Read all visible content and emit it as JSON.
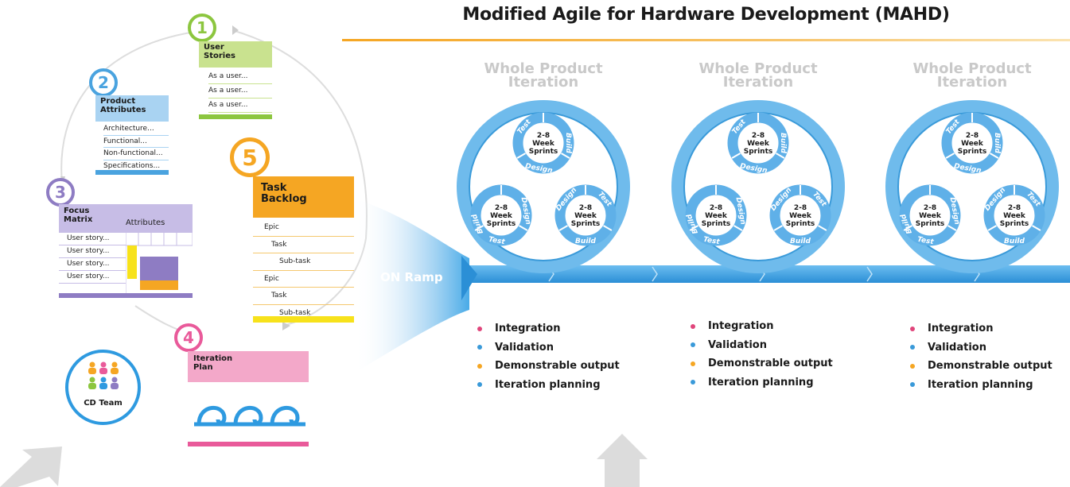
{
  "title": "Modified Agile for Hardware Development (MAHD)",
  "steps": {
    "step1": {
      "number": "1",
      "heading_line1": "User",
      "heading_line2": "Stories",
      "rows": [
        "As a user...",
        "As a user...",
        "As a user..."
      ]
    },
    "step2": {
      "number": "2",
      "heading_line1": "Product",
      "heading_line2": "Attributes",
      "rows": [
        "Architecture...",
        "Functional...",
        "Non-functional...",
        "Specifications..."
      ]
    },
    "step3": {
      "number": "3",
      "heading_line1": "Focus",
      "heading_line2": "Matrix",
      "attributes_label": "Attributes",
      "rows": [
        "User story...",
        "User story...",
        "User story...",
        "User story..."
      ]
    },
    "step4": {
      "number": "4",
      "heading_line1": "Iteration",
      "heading_line2": "Plan"
    },
    "step5": {
      "number": "5",
      "heading_line1": "Task",
      "heading_line2": "Backlog",
      "rows": [
        "Epic",
        "Task",
        "Sub-task",
        "Epic",
        "Task",
        "Sub-task"
      ]
    }
  },
  "team_label": "CD Team",
  "on_ramp_label": "ON Ramp",
  "iterations": [
    {
      "title_line1": "Whole Product",
      "title_line2": "Iteration"
    },
    {
      "title_line1": "Whole Product",
      "title_line2": "Iteration"
    },
    {
      "title_line1": "Whole Product",
      "title_line2": "Iteration"
    }
  ],
  "sprint_label": {
    "line1": "2-8",
    "line2": "Week",
    "line3": "Sprints"
  },
  "phase_labels": {
    "test": "Test",
    "design": "Design",
    "build": "Build"
  },
  "bullets": [
    {
      "label": "Integration",
      "color": "#e0457b"
    },
    {
      "label": "Validation",
      "color": "#3a9ad9"
    },
    {
      "label": "Demonstrable output",
      "color": "#f5a623"
    },
    {
      "label": "Iteration planning",
      "color": "#3a9ad9"
    }
  ],
  "colors": {
    "green": "#8cc63f",
    "blue": "#4aa3df",
    "purple": "#8e7cc3",
    "pink": "#e95a9a",
    "orange": "#f5a623",
    "yellow": "#f7e21b",
    "arrow_blue": "#2e9ae0"
  }
}
